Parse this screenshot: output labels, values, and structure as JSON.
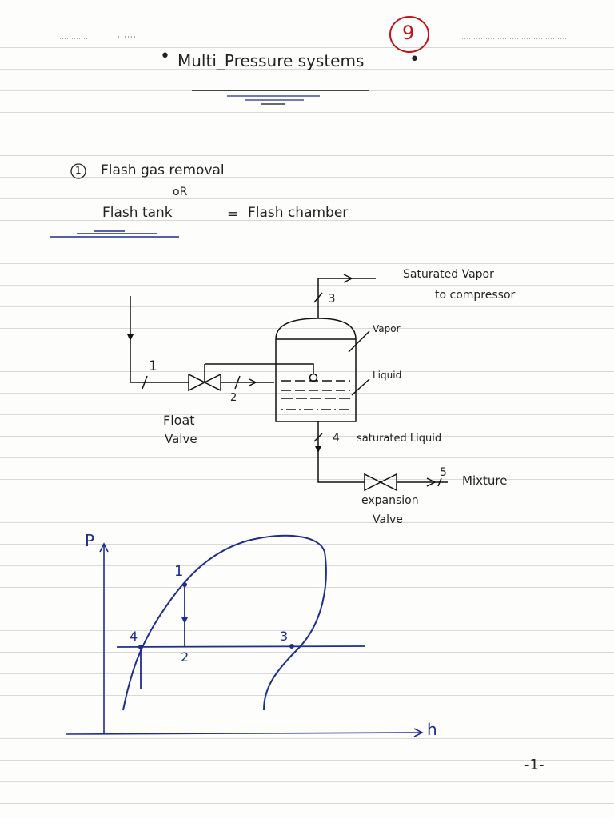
{
  "page_number_circled": "9",
  "title": "Multi_Pressure systems",
  "section": {
    "number": "1",
    "line1": "Flash gas removal",
    "or": "oR",
    "line2_left": "Flash tank",
    "line2_eq": "=",
    "line2_right": "Flash chamber"
  },
  "schematic": {
    "label_sat_vapor": "Saturated Vapor",
    "label_to_compressor": "to compressor",
    "label_vapor": "Vapor",
    "label_liquid": "Liquid",
    "label_float": "Float",
    "label_valve": "Valve",
    "label_sat_liquid": "saturated Liquid",
    "label_mixture": "Mixture",
    "label_expansion": "expansion",
    "label_exp_valve": "Valve",
    "state_1": "1",
    "state_2": "2",
    "state_3": "3",
    "state_4": "4",
    "state_5": "5"
  },
  "ph_diagram": {
    "axis_y": "P",
    "axis_x": "h",
    "pt_1": "1",
    "pt_2": "2",
    "pt_3": "3",
    "pt_4": "4"
  },
  "footer_page": "-1-",
  "colors": {
    "ink": "#222222",
    "blue_ink": "#1f2d8f",
    "red_ink": "#c0141a"
  }
}
